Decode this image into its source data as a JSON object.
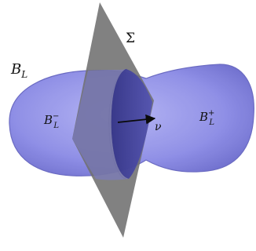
{
  "figure": {
    "labels": {
      "domain": {
        "main": "B",
        "sub": "L"
      },
      "minus_part": {
        "main": "B",
        "sub": "L",
        "sup": "−"
      },
      "plus_part": {
        "main": "B",
        "sub": "L",
        "sup": "+"
      },
      "plane": "Σ",
      "normal": "ν"
    },
    "colors": {
      "body_fill": "#8a8ae8",
      "body_edge": "#5b5bb8",
      "plane_fill": "#6f6f6f",
      "section_fill": "#3f3fa4",
      "arrow": "#0a0a0a"
    }
  }
}
